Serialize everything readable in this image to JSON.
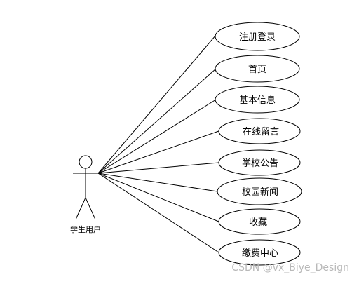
{
  "actor": {
    "label": "学生用户"
  },
  "use_cases": [
    {
      "label": "注册登录"
    },
    {
      "label": "首页"
    },
    {
      "label": "基本信息"
    },
    {
      "label": "在线留言"
    },
    {
      "label": "学校公告"
    },
    {
      "label": "校园新闻"
    },
    {
      "label": "收藏"
    },
    {
      "label": "缴费中心"
    }
  ],
  "watermark": "CSDN @vx_Biye_Design"
}
